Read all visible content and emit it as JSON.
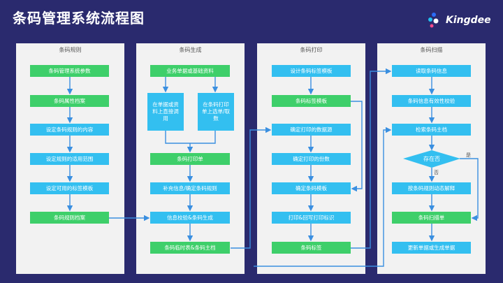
{
  "title": "条码管理系统流程图",
  "logo": {
    "text": "Kingdee",
    "icon": "kingdee-dots-icon"
  },
  "colors": {
    "background": "#2a2a6e",
    "column": "#f2f2f2",
    "blue_box": "#33bff0",
    "green_box": "#3ecf6a",
    "arrow": "#3a8fe0"
  },
  "columns": [
    {
      "title": "条码规则",
      "boxes": [
        {
          "label": "条码管理系统参数",
          "color": "green"
        },
        {
          "label": "条码属性档案",
          "color": "green"
        },
        {
          "label": "设定条码规则的内容",
          "color": "blue"
        },
        {
          "label": "设定规则的适用范围",
          "color": "blue"
        },
        {
          "label": "设定可用的标签模板",
          "color": "blue"
        },
        {
          "label": "条码规则档案",
          "color": "green"
        }
      ]
    },
    {
      "title": "条码生成",
      "boxes": [
        {
          "label": "业务单据或基础资料",
          "color": "green"
        },
        {
          "label": "在单据或资料上直接调用",
          "color": "blue"
        },
        {
          "label": "在条码打印单上选单/取数",
          "color": "blue"
        },
        {
          "label": "条码打印单",
          "color": "green"
        },
        {
          "label": "补充信息/确定条码规则",
          "color": "blue"
        },
        {
          "label": "信息校验&条码生成",
          "color": "blue"
        },
        {
          "label": "条码临时表&条码主档",
          "color": "green"
        }
      ]
    },
    {
      "title": "条码打印",
      "boxes": [
        {
          "label": "设计条码标签模板",
          "color": "blue"
        },
        {
          "label": "条码标签模板",
          "color": "green"
        },
        {
          "label": "确定打印的数据源",
          "color": "blue"
        },
        {
          "label": "确定打印的份数",
          "color": "blue"
        },
        {
          "label": "确定条码模板",
          "color": "blue"
        },
        {
          "label": "打印&回写打印标识",
          "color": "blue"
        },
        {
          "label": "条码标签",
          "color": "green"
        }
      ]
    },
    {
      "title": "条码扫描",
      "boxes": [
        {
          "label": "读取条码信息",
          "color": "blue"
        },
        {
          "label": "条码信息有效性校验",
          "color": "blue"
        },
        {
          "label": "检索条码主档",
          "color": "blue"
        },
        {
          "label": "存在否",
          "color": "blue"
        },
        {
          "label": "按条码规则动态解释",
          "color": "blue"
        },
        {
          "label": "条码扫描单",
          "color": "green"
        },
        {
          "label": "更新单据或生成单据",
          "color": "blue"
        }
      ],
      "decision_yes": "是",
      "decision_no": "否"
    }
  ]
}
